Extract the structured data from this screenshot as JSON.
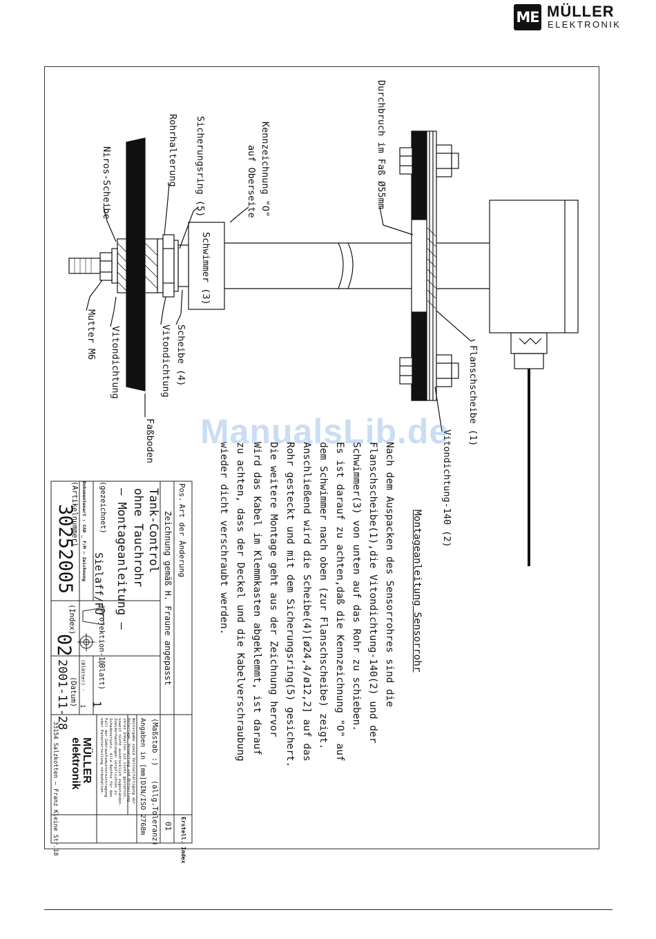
{
  "brand": {
    "logo_mark": "ME",
    "name": "MÜLLER",
    "sub": "ELEKTRONIK"
  },
  "watermark": "ManualsLib.de",
  "drawing_labels": {
    "durchbruch": "Durchbruch im Faß Ø55mm",
    "flanschscheibe": "Flanschscheibe (1)",
    "vitondichtung_140": "Vitondichtung-140 (2)",
    "kennzeichnung_1": "Kennzeichnung \"O\"",
    "kennzeichnung_2": "auf Oberseite",
    "sicherungsring": "Sicherungsring (5)",
    "rohrhalterung": "Rohrhalterung",
    "niros_scheibe": "Niros-Scheibe",
    "schwimmer": "Schwimmer (3)",
    "scheibe": "Scheibe (4)",
    "vitondichtung_a": "Vitondichtung",
    "vitondichtung_b": "Vitondichtung",
    "mutter": "Mutter M6",
    "fassboden": "Faßboden"
  },
  "instructions": {
    "title": "Montageanleitung Sensorrohr",
    "lines": [
      "Nach dem Auspacken des Sensorrohres sind die",
      "Flanschscheibe(1),die Vitondichtung-140(2) und der",
      "Schwimmer(3) von unten auf das Rohr zu schieben.",
      "Es ist darauf zu achten,daß die Kennzeichnung \"O\" auf",
      "dem Schwimmer nach oben (zur Flanschscheibe) zeigt.",
      "Anschließend wird die Scheibe(4)[ø24,4/ø12,2] auf das",
      "Rohr gesteckt und mit dem Sicherungsring(5) gesichert.",
      "Die weitere Montage geht aus der Zeichnung hervor",
      "Wird das Kabel im Klemmkasten abgeklemmt, ist darauf",
      "zu achten, dass der Deckel und die Kabelverschraubung",
      "wieder dicht verschraubt werden."
    ]
  },
  "title_block": {
    "pos_header": "Pos.",
    "art_header": "Art der Änderung",
    "index_header": "Erstell. Index",
    "change_text": "Zeichnung gemäß H. Fraune angepasst",
    "change_index": "01",
    "title1": "Tank-Control",
    "title2": "ohne Tauchrohr",
    "title3": "– Montageanleitung –",
    "gezeichnet_label": "(gezeichnet)",
    "gezeichnet_value": "Sielaff/FU",
    "dokumentenart": "Dokumentenart : CAD _ F/M – Zeichnung",
    "artikelnummer_label": "(Artikelnummer)",
    "artikelnummer": "30252005",
    "projektion_label": "(Projektion-1)",
    "index_label": "(Index)",
    "index_value": "02",
    "blatt_label": "(Blatt)",
    "blatt_value": "1",
    "blaetter_label": "(Blätter) -",
    "blaetter_value": "1",
    "datum_label": "(Datum)",
    "datum_value": "2001-11-28",
    "massstab_label": "(Maßstab :)",
    "toleranz_label": "(allg.Toleranz)",
    "angaben": "Angaben in [mm]",
    "din": "DIN/ISO 2768m",
    "legal": [
      "Weitergabe sowie Vervielfältigung der",
      "Unterlage, Verwertung und Mitteilung",
      "ihres Inhaltes ist nicht gestattet,",
      "soweit nicht ausdrücklich zugestanden.",
      "Zuwiderhandlungen verpflichten zu",
      "Schadenersatz. Alle Rechte für den",
      "Fall der Gebrauchsmustereintragung",
      "oder Patenterteilung vorbehalten."
    ],
    "company_logo_line1": "MÜLLER",
    "company_logo_line2": "elektronik",
    "address": "33154 Salzkotten – Franz Kleine Str.18"
  }
}
